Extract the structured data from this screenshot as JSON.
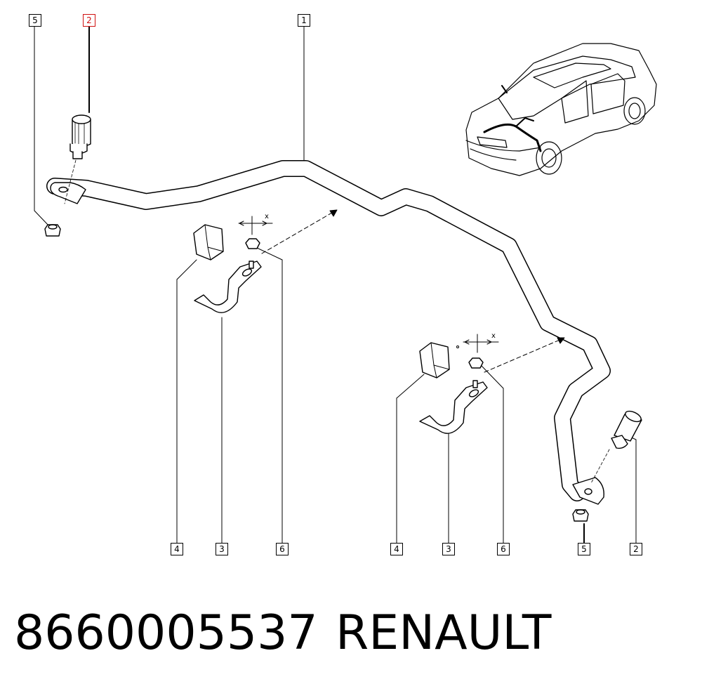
{
  "callouts": {
    "c5a": "5",
    "c2a": "2",
    "c1": "1",
    "c4a": "4",
    "c3a": "3",
    "c6a": "6",
    "c4b": "4",
    "c3b": "3",
    "c6b": "6",
    "c5b": "5",
    "c2b": "2"
  },
  "dim_marks": {
    "x_left": "x",
    "x_right": "x"
  },
  "caption": {
    "part_number": "8660005537",
    "brand": "RENAULT"
  },
  "colors": {
    "line": "#000000",
    "highlight": "#d01010",
    "background": "#ffffff"
  }
}
